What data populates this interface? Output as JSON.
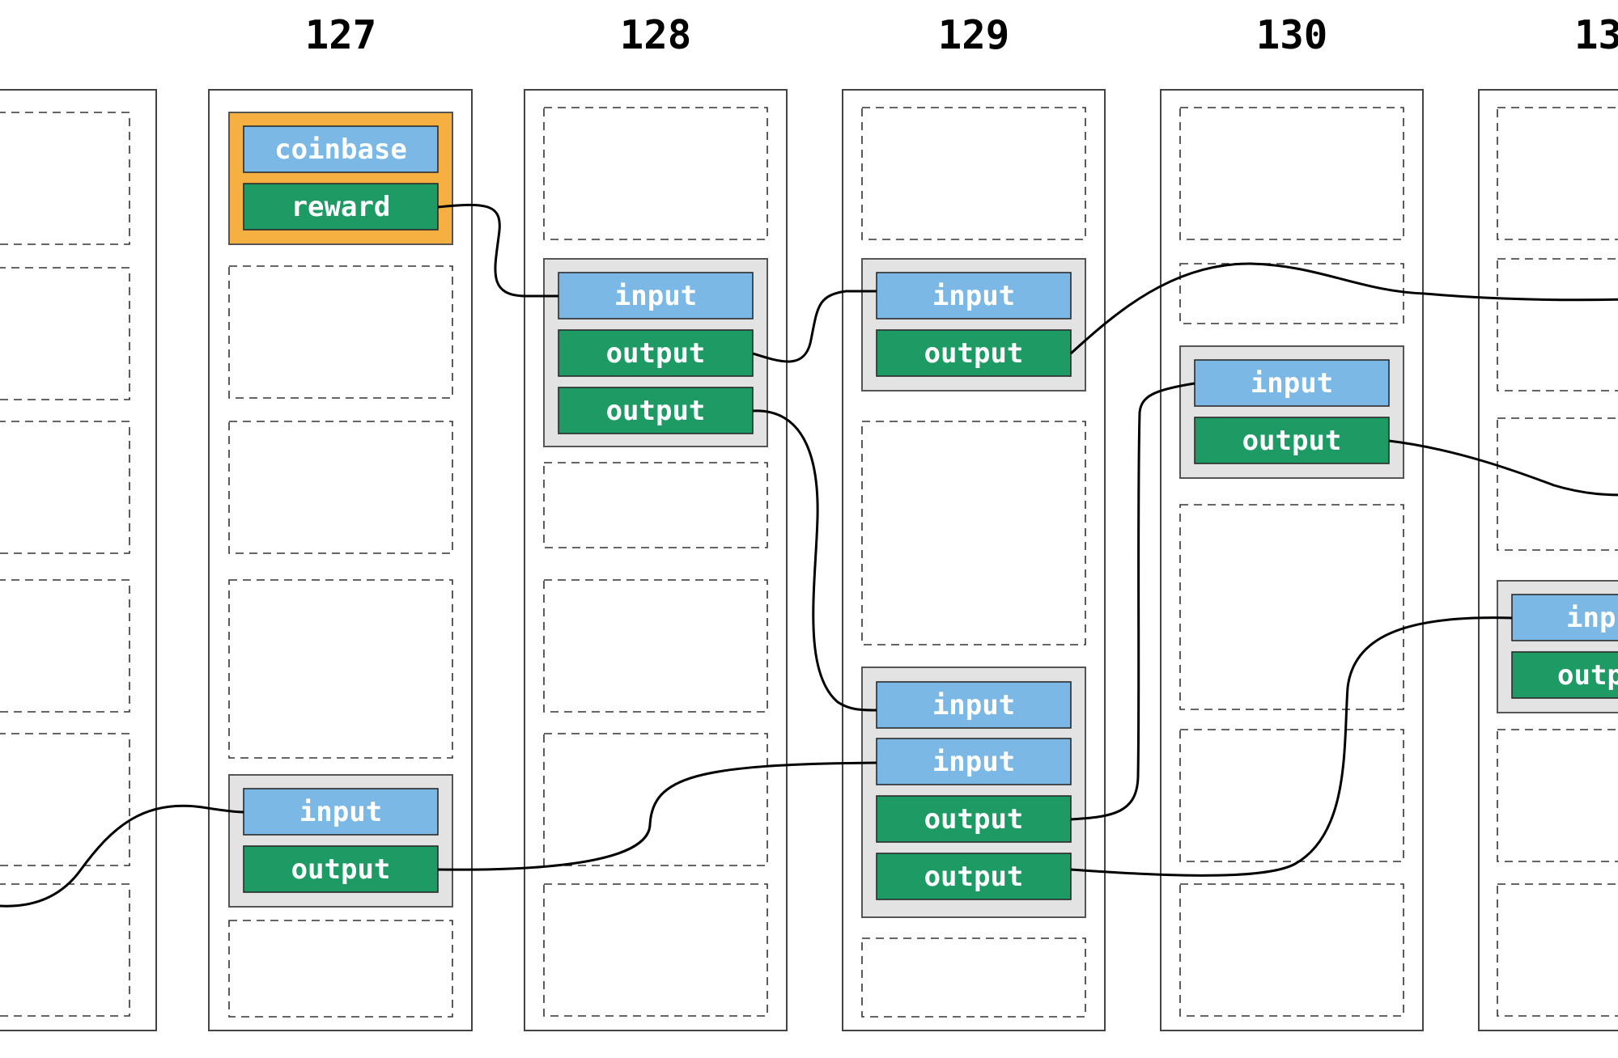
{
  "colors": {
    "input_fill": "#7bb8e6",
    "output_fill": "#1e9a64",
    "coinbase_frame": "#f5b041",
    "tx_frame": "#e3e3e3",
    "block_border": "#444444",
    "link_line": "#000000"
  },
  "blocks": [
    {
      "height": "",
      "transactions": []
    },
    {
      "height": "127",
      "transactions": [
        {
          "kind": "coinbase",
          "rows": [
            "coinbase",
            "reward"
          ]
        },
        {
          "kind": "regular",
          "rows": [
            "input",
            "output"
          ]
        }
      ]
    },
    {
      "height": "128",
      "transactions": [
        {
          "kind": "regular",
          "rows": [
            "input",
            "output",
            "output"
          ]
        }
      ]
    },
    {
      "height": "129",
      "transactions": [
        {
          "kind": "regular",
          "rows": [
            "input",
            "output"
          ]
        },
        {
          "kind": "regular",
          "rows": [
            "input",
            "input",
            "output",
            "output"
          ]
        }
      ]
    },
    {
      "height": "130",
      "transactions": [
        {
          "kind": "regular",
          "rows": [
            "input",
            "output"
          ]
        }
      ]
    },
    {
      "height": "13",
      "transactions": [
        {
          "kind": "regular",
          "rows": [
            "inp",
            "outp"
          ]
        }
      ]
    }
  ],
  "links": [
    {
      "from": "block-127 reward",
      "to": "block-128 input"
    },
    {
      "from": "block-128 output 1",
      "to": "block-129 input"
    },
    {
      "from": "block-128 output 2",
      "to": "block-129 input 1"
    },
    {
      "from": "block-127 output",
      "to": "block-129 input 2"
    },
    {
      "from": "block-129 output (top tx)",
      "to": "block-131"
    },
    {
      "from": "block-129 output 1",
      "to": "block-130 input"
    },
    {
      "from": "block-129 output 2",
      "to": "block-131 input"
    },
    {
      "from": "block-130 output",
      "to": "block-131"
    },
    {
      "from": "block-126",
      "to": "block-127 input"
    }
  ]
}
